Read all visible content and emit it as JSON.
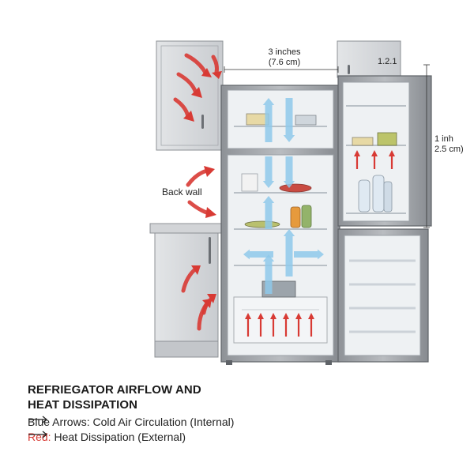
{
  "labels": {
    "top_gap": "3 inches\n(7.6 cm)",
    "top_right": "1.2.1",
    "side_gap": "1 inh\n2.5 cm)",
    "back_wall": "Back wall"
  },
  "title": {
    "line1": "REFRIEGATOR AIRFLOW AND",
    "line2": "HEAT DISSIPATION"
  },
  "legend": {
    "blue_text": "Blue Arrows: Cold Air Circulation (Internal)",
    "red_word": "Red:",
    "red_text": " Heat Dissipation (External)"
  },
  "colors": {
    "cold_air": "#8ec9ea",
    "heat": "#d83a34",
    "appliance": "#9a9ea3",
    "cabinet": "#d6d8db"
  },
  "icons": {
    "legend_arrow": "long-right-arrow"
  }
}
